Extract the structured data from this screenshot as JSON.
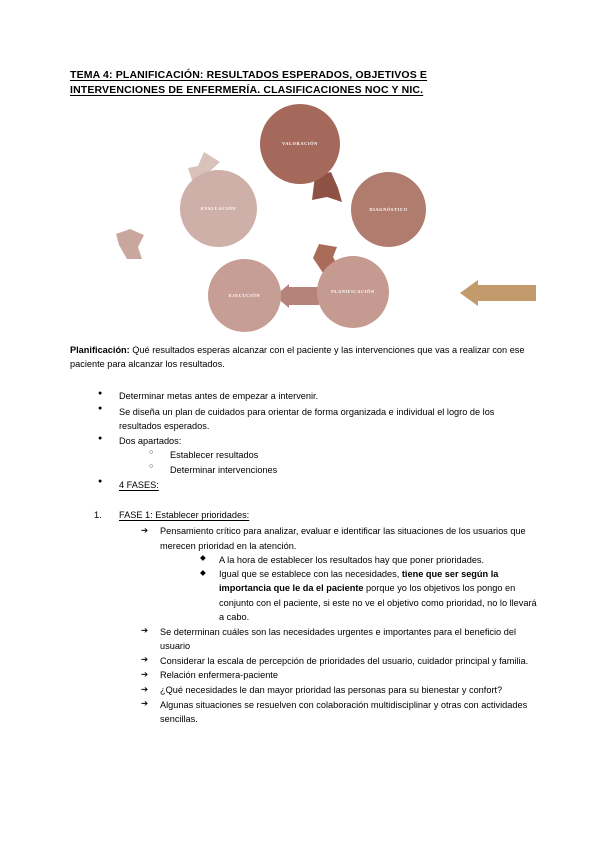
{
  "document": {
    "title_line1": "TEMA 4: PLANIFICACIÓN: RESULTADOS ESPERADOS, OBJETIVOS E",
    "title_line2": "INTERVENCIONES DE ENFERMERÍA. CLASIFICACIONES NOC Y NIC."
  },
  "diagram": {
    "name": "proceso-enfermero-ciclo",
    "nodes": [
      {
        "label": "VALORACIÓN",
        "color": "#a5695c"
      },
      {
        "label": "DIAGNÓSTICO",
        "color": "#b07c6e"
      },
      {
        "label": "PLANIFICACIÓN",
        "color": "#c59a90"
      },
      {
        "label": "EJECUCIÓN",
        "color": "#c79e95"
      },
      {
        "label": "EVALUACIÓN",
        "color": "#cfb0a8"
      }
    ],
    "arrows": [
      {
        "name": "arrow-valoracion-to-diagnostico",
        "color": "#8e5244"
      },
      {
        "name": "arrow-diagnostico-to-planificacion",
        "color": "#ab6b59"
      },
      {
        "name": "arrow-planificacion-to-ejecucion",
        "color": "#b5837a"
      },
      {
        "name": "arrow-ejecucion-to-evaluacion",
        "color": "#c9a79f"
      },
      {
        "name": "arrow-evaluacion-to-valoracion",
        "color": "#d8c2ba"
      },
      {
        "name": "arrow-entrada-planificacion",
        "color": "#c39a6b"
      }
    ]
  },
  "intro": {
    "label": "Planificación:",
    "text": " Qué resultados esperas alcanzar con el paciente y las intervenciones que vas a realizar con ese paciente para alcanzar los resultados."
  },
  "bullets": {
    "item1": "Determinar metas antes de empezar a intervenir.",
    "item2": "Se diseña un plan de cuidados para orientar de forma organizada e individual el logro de los resultados esperados.",
    "item3": "Dos apartados:",
    "sub1": "Establecer resultados",
    "sub2": "Determinar intervenciones",
    "item4": "4 FASES:"
  },
  "phase1": {
    "heading": "FASE 1: Establecer prioridades:",
    "arrow1": "Pensamiento crítico para analizar, evaluar e identificar las situaciones de los usuarios que merecen prioridad en la atención.",
    "diamond1": "A la hora de establecer los resultados hay que poner prioridades.",
    "diamond2_part1": "Igual que se establece con las necesidades, ",
    "diamond2_bold": "tiene que ser según la importancia que le da el paciente",
    "diamond2_part2": " porque yo los objetivos los pongo en conjunto con el paciente, si este no ve el objetivo como prioridad, no lo llevará a cabo.",
    "arrow2": "Se determinan cuáles son las necesidades urgentes e importantes para el beneficio del usuario",
    "arrow3": "Considerar la escala de percepción de prioridades del usuario, cuidador principal y familia.",
    "arrow4": "Relación enfermera-paciente",
    "arrow5": "¿Qué necesidades le dan mayor prioridad las personas para su bienestar y confort?",
    "arrow6": "Algunas situaciones se resuelven con colaboración multidisciplinar y otras con actividades sencillas."
  }
}
